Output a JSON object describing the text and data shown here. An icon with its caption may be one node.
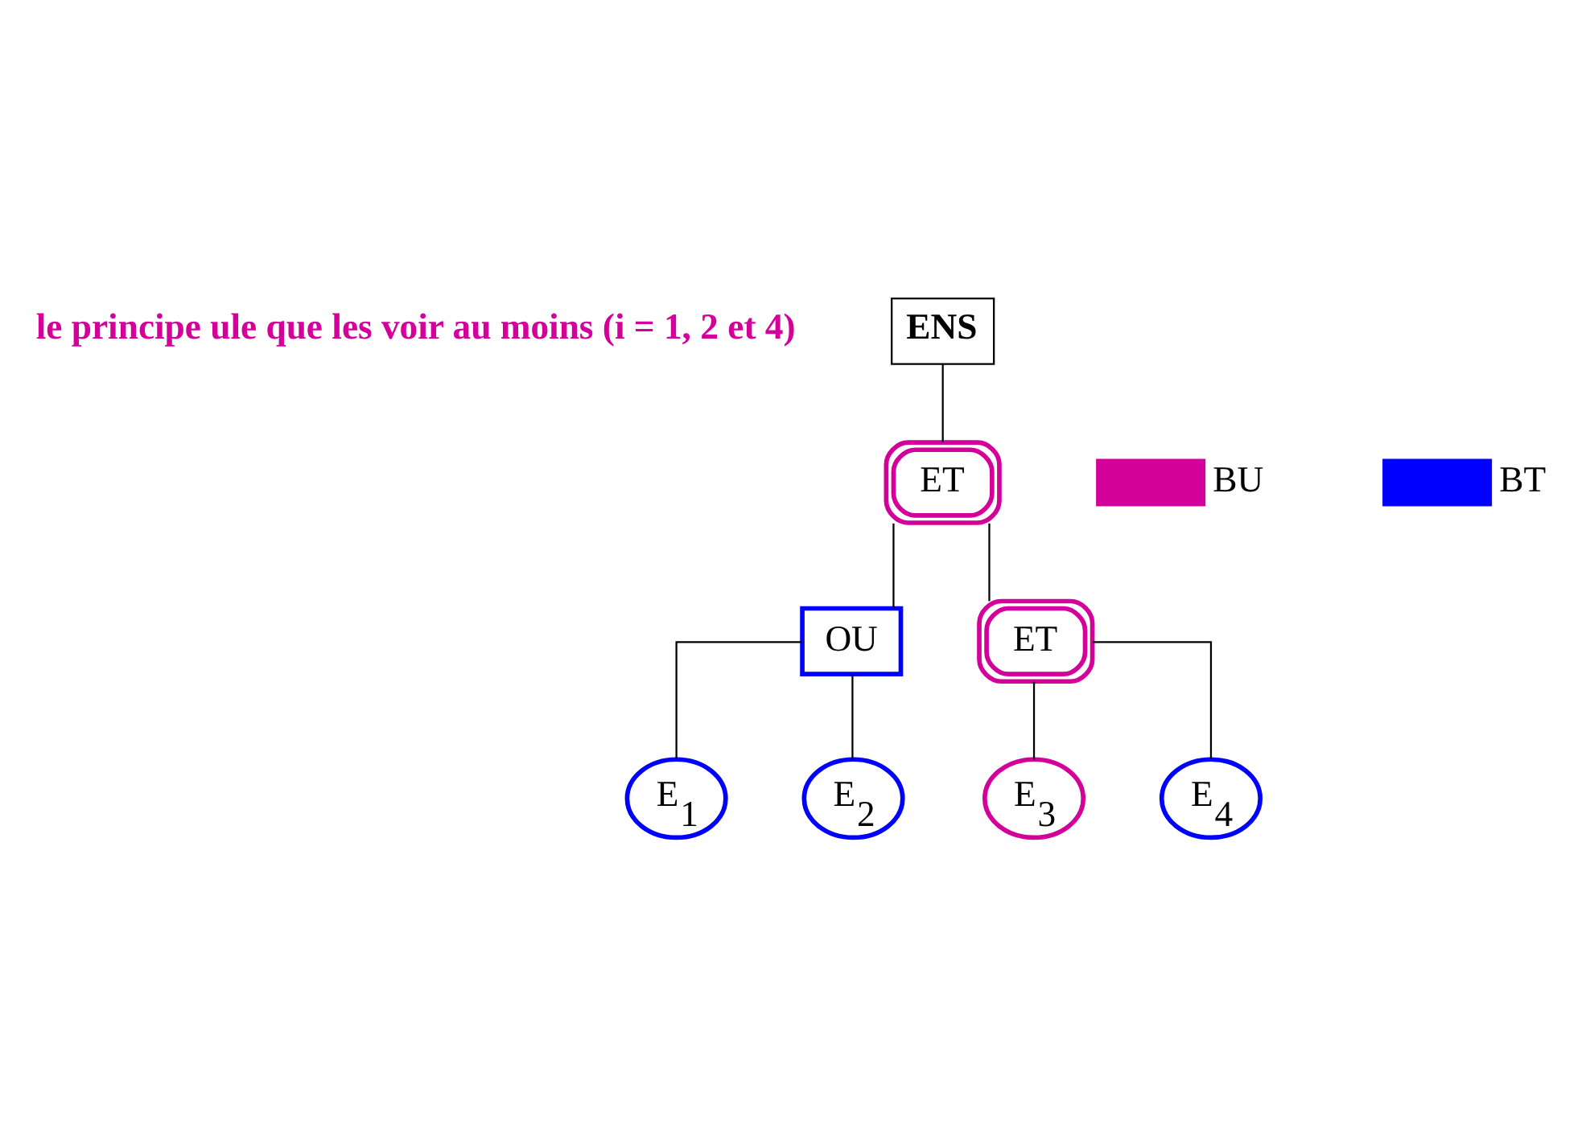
{
  "diagram": {
    "nodes": [
      {
        "text": [
          "ENS"
        ]
      },
      {
        "text": [
          "ET"
        ]
      },
      {
        "text": [
          "OU"
        ]
      },
      {
        "text": [
          "ET"
        ]
      },
      {
        "text": [
          "E$_{1}$"
        ]
      },
      {
        "text": [
          "E$_{2}$"
        ]
      },
      {
        "text": [
          "E$_{3}$"
        ]
      },
      {
        "text": [
          "E$_{4}$"
        ]
      }
    ],
    "edges": [
      {
        "from": 0,
        "to": 1,
        "arrow": "none"
      },
      {
        "from": 1,
        "to": 2,
        "arrow": "none"
      },
      {
        "from": 1,
        "to": 3,
        "arrow": "none"
      },
      {
        "from": 2,
        "to": 4,
        "arrow": "none"
      },
      {
        "from": 2,
        "to": 5,
        "arrow": "none"
      },
      {
        "from": 3,
        "to": 6,
        "arrow": "none"
      },
      {
        "from": 3,
        "to": 7,
        "arrow": "none"
      }
    ],
    "labels": [
      "le principe ule que les voir au moins (i = 1, 2 et 4)"
    ],
    "legend": [
      {
        "text": "BU",
        "color": "#d4009a"
      },
      {
        "text": "BT",
        "color": "#0000ff"
      }
    ]
  }
}
